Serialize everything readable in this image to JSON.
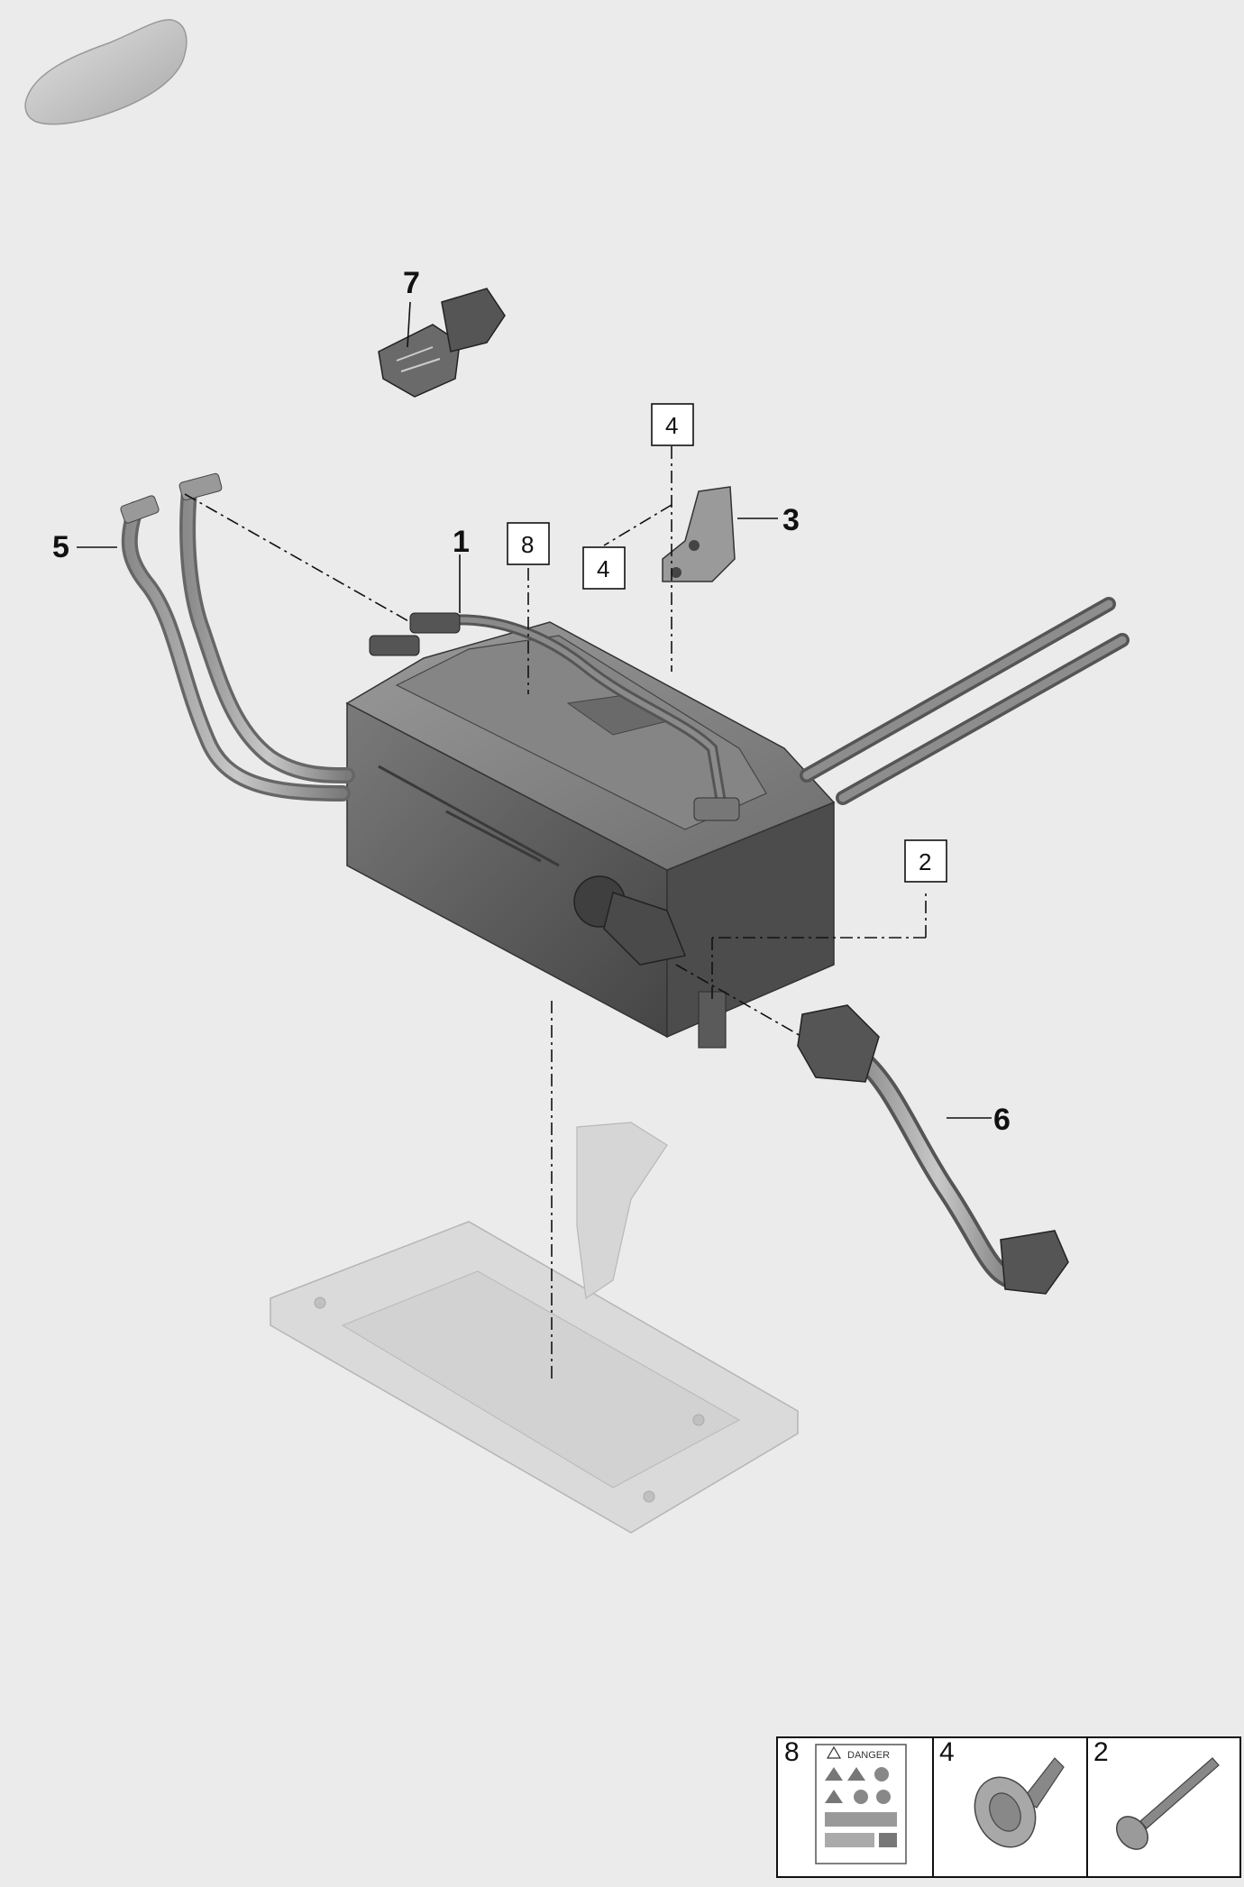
{
  "callouts": {
    "c1": "1",
    "c3": "3",
    "c5": "5",
    "c6": "6",
    "c7": "7"
  },
  "boxed_callouts": {
    "b2": "2",
    "b4_top": "4",
    "b4_mid": "4",
    "b8": "8"
  },
  "legend": {
    "item8": {
      "number": "8",
      "icon": "warning-label-icon",
      "label_text": "DANGER"
    },
    "item4": {
      "number": "4",
      "icon": "flange-screw-icon"
    },
    "item2": {
      "number": "2",
      "icon": "long-bolt-icon"
    }
  },
  "colors": {
    "background": "#ebebeb",
    "part_dark": "#5a5a5a",
    "part_light": "#d8d8d8",
    "line": "#111111"
  }
}
